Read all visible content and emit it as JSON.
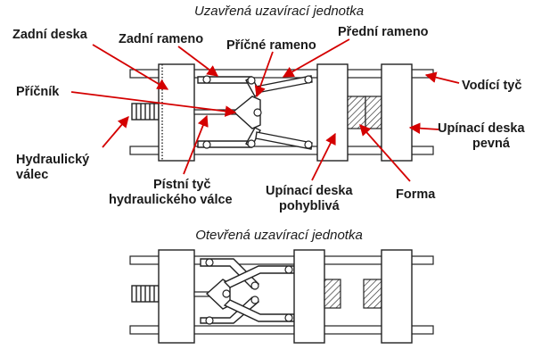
{
  "titles": {
    "closed": "Uzavřená uzavírací jednotka",
    "open": "Otevřená uzavírací jednotka"
  },
  "labels": {
    "rear_plate": "Zadní deska",
    "rear_arm": "Zadní rameno",
    "cross_arm": "Příčné rameno",
    "front_arm": "Přední rameno",
    "guide_rod": "Vodící tyč",
    "crosshead": "Příčník",
    "hydraulic_cylinder_l1": "Hydraulický",
    "hydraulic_cylinder_l2": "válec",
    "fixed_platen_l1": "Upínací deska",
    "fixed_platen_l2": "pevná",
    "piston_rod_l1": "Pístní tyč",
    "piston_rod_l2": "hydraulického válce",
    "moving_platen_l1": "Upínací deska",
    "moving_platen_l2": "pohyblivá",
    "mold": "Forma"
  },
  "colors": {
    "arrow": "#d40000",
    "line": "#222222",
    "text": "#1a1a1a"
  }
}
